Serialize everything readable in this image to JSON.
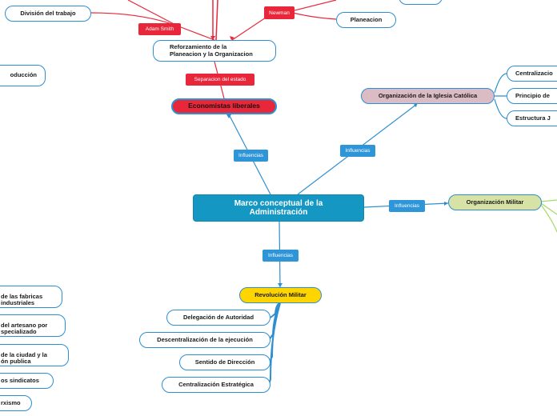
{
  "main_topic": {
    "line1": "Marco conceptual de la",
    "line2": "Administración"
  },
  "branches": {
    "economistas": "Economistas liberales",
    "iglesia": "Organización de la Iglesia Católica",
    "militar": "Organización Militar",
    "revolucion": "Revolución Militar"
  },
  "relations": {
    "influencias_1": "Influencias",
    "influencias_2": "Influencias",
    "influencias_3": "Influencias",
    "influencias_4": "Influencias",
    "separacion": "Separacion del estado",
    "adam_smith": "Adam Smith",
    "newman": "Newman"
  },
  "economistas_children": {
    "reforzamiento_l1": "Reforzamiento de la",
    "reforzamiento_l2": "Planeacion y la Organizacion",
    "division": "División del trabajo",
    "planeacion": "Planeacion",
    "produccion": "oducción"
  },
  "iglesia_children": [
    "Centralizacio",
    "Principio de",
    "Estructura J"
  ],
  "revolucion_children": [
    "Delegación de Autoridad",
    "Descentralización de la ejecución",
    "Sentido de Dirección",
    "Centralización Estratégica"
  ],
  "left_partial": [
    {
      "l1": "de las fabricas",
      "l2": "industriales"
    },
    {
      "l1": "del artesano por",
      "l2": "specializado"
    },
    {
      "l1": "de la ciudad y la",
      "l2": "ón publica"
    },
    {
      "l1": "os sindicatos",
      "l2": ""
    },
    {
      "l1": "rxismo",
      "l2": ""
    }
  ],
  "colors": {
    "main": "#1597c4",
    "economistas": "#e8283a",
    "iglesia": "#dcbcc4",
    "militar": "#d7e2a6",
    "revolucion": "#ffd500",
    "line_blue": "#2d8fd0",
    "line_red": "#e8283a",
    "line_green": "#a6d96a"
  }
}
